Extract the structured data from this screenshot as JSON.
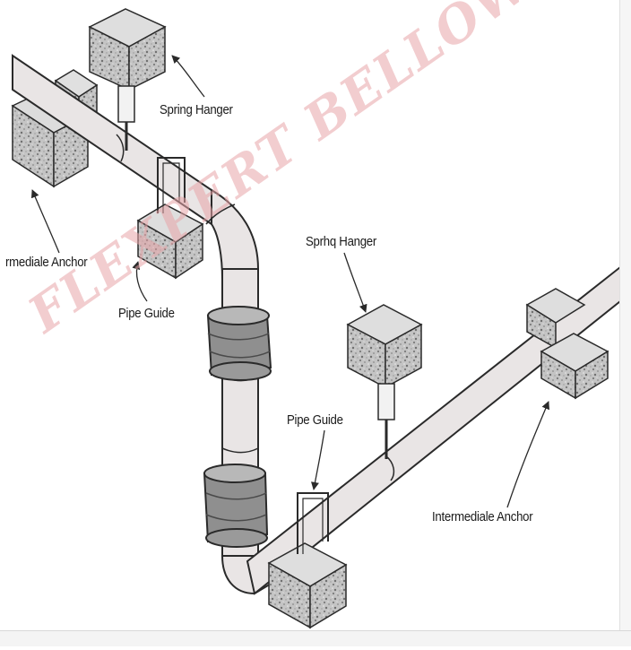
{
  "labels": {
    "spring_hanger_top": "Spring Hanger",
    "spring_hanger_mid": "Sprhq Hanger",
    "intermediate_anchor_left": "rmediale Anchor",
    "pipe_guide_left": "Pipe Guide",
    "pipe_guide_mid": "Pipe Guide",
    "intermediate_anchor_right": "Intermediale Anchor"
  },
  "watermark": "FLEXPERT BELLOWS PVT. LTD.",
  "colors": {
    "pipe_fill": "#e9e5e5",
    "outline": "#2a2a2a",
    "concrete": "#bdbdbd",
    "watermark": "#e8a5a8"
  }
}
